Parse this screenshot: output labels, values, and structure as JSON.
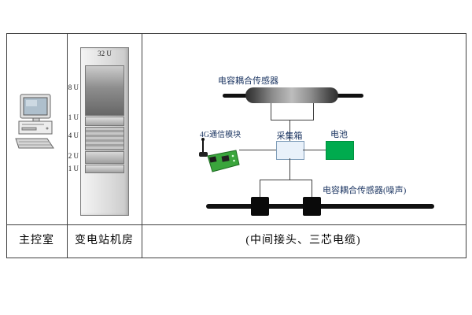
{
  "table": {
    "cells": [
      {
        "label": "主控室"
      },
      {
        "label": "变电站机房"
      },
      {
        "label": "(中间接头、三芯电缆)"
      }
    ]
  },
  "rack": {
    "capacity_label": "32 U",
    "unit_labels": [
      "8 U",
      "1 U",
      "4 U",
      "2 U",
      "1 U"
    ]
  },
  "schematic": {
    "top_sensor_label": "电容耦合传感器",
    "module_4g_label": "4G通信模块",
    "collection_box_label": "采集箱",
    "battery_label": "电池",
    "bottom_sensor_label": "电容耦合传感器(噪声)"
  },
  "icons": {
    "computer": "desktop-computer-icon",
    "antenna": "antenna-icon"
  },
  "colors": {
    "battery_green": "#00ab4e",
    "board_green": "#3aa53c",
    "label_navy": "#1f3864",
    "cable_black": "#111111",
    "border": "#404040"
  }
}
